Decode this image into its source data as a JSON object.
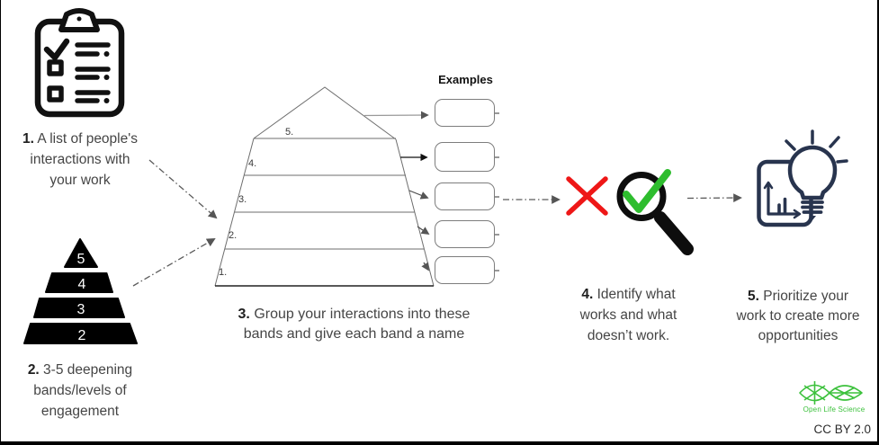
{
  "captions": {
    "step1": {
      "num": "1.",
      "line1": " A list of people's",
      "line2": "interactions with",
      "line3": "your work"
    },
    "step2": {
      "num": "2.",
      "line1": " 3-5 deepening",
      "line2": "bands/levels of",
      "line3": "engagement"
    },
    "step3": {
      "num": "3.",
      "line1": " Group your interactions into these",
      "line2": "bands and give each band a name"
    },
    "step4": {
      "num": "4.",
      "line1": " Identify what",
      "line2": "works and what",
      "line3": "doesn’t work."
    },
    "step5": {
      "num": "5.",
      "line1": " Prioritize your",
      "line2": "work to create more",
      "line3": "opportunities"
    }
  },
  "examples": {
    "title": "Examples",
    "boxes": [
      "",
      "",
      "",
      "",
      ""
    ]
  },
  "pyramid": {
    "band_labels": [
      "5.",
      "4.",
      "3.",
      "2.",
      "1."
    ]
  },
  "black_pyramid": {
    "levels": [
      "5",
      "4",
      "3",
      "2"
    ]
  },
  "footer": {
    "logo_text": "Open Life Science",
    "license": "CC BY 2.0"
  },
  "colors": {
    "x_red": "#ee1717",
    "check_green": "#2ebd2e",
    "icon_navy": "#28344e",
    "logo_green": "#3cc13c",
    "line_gray": "#6e6e6e"
  }
}
